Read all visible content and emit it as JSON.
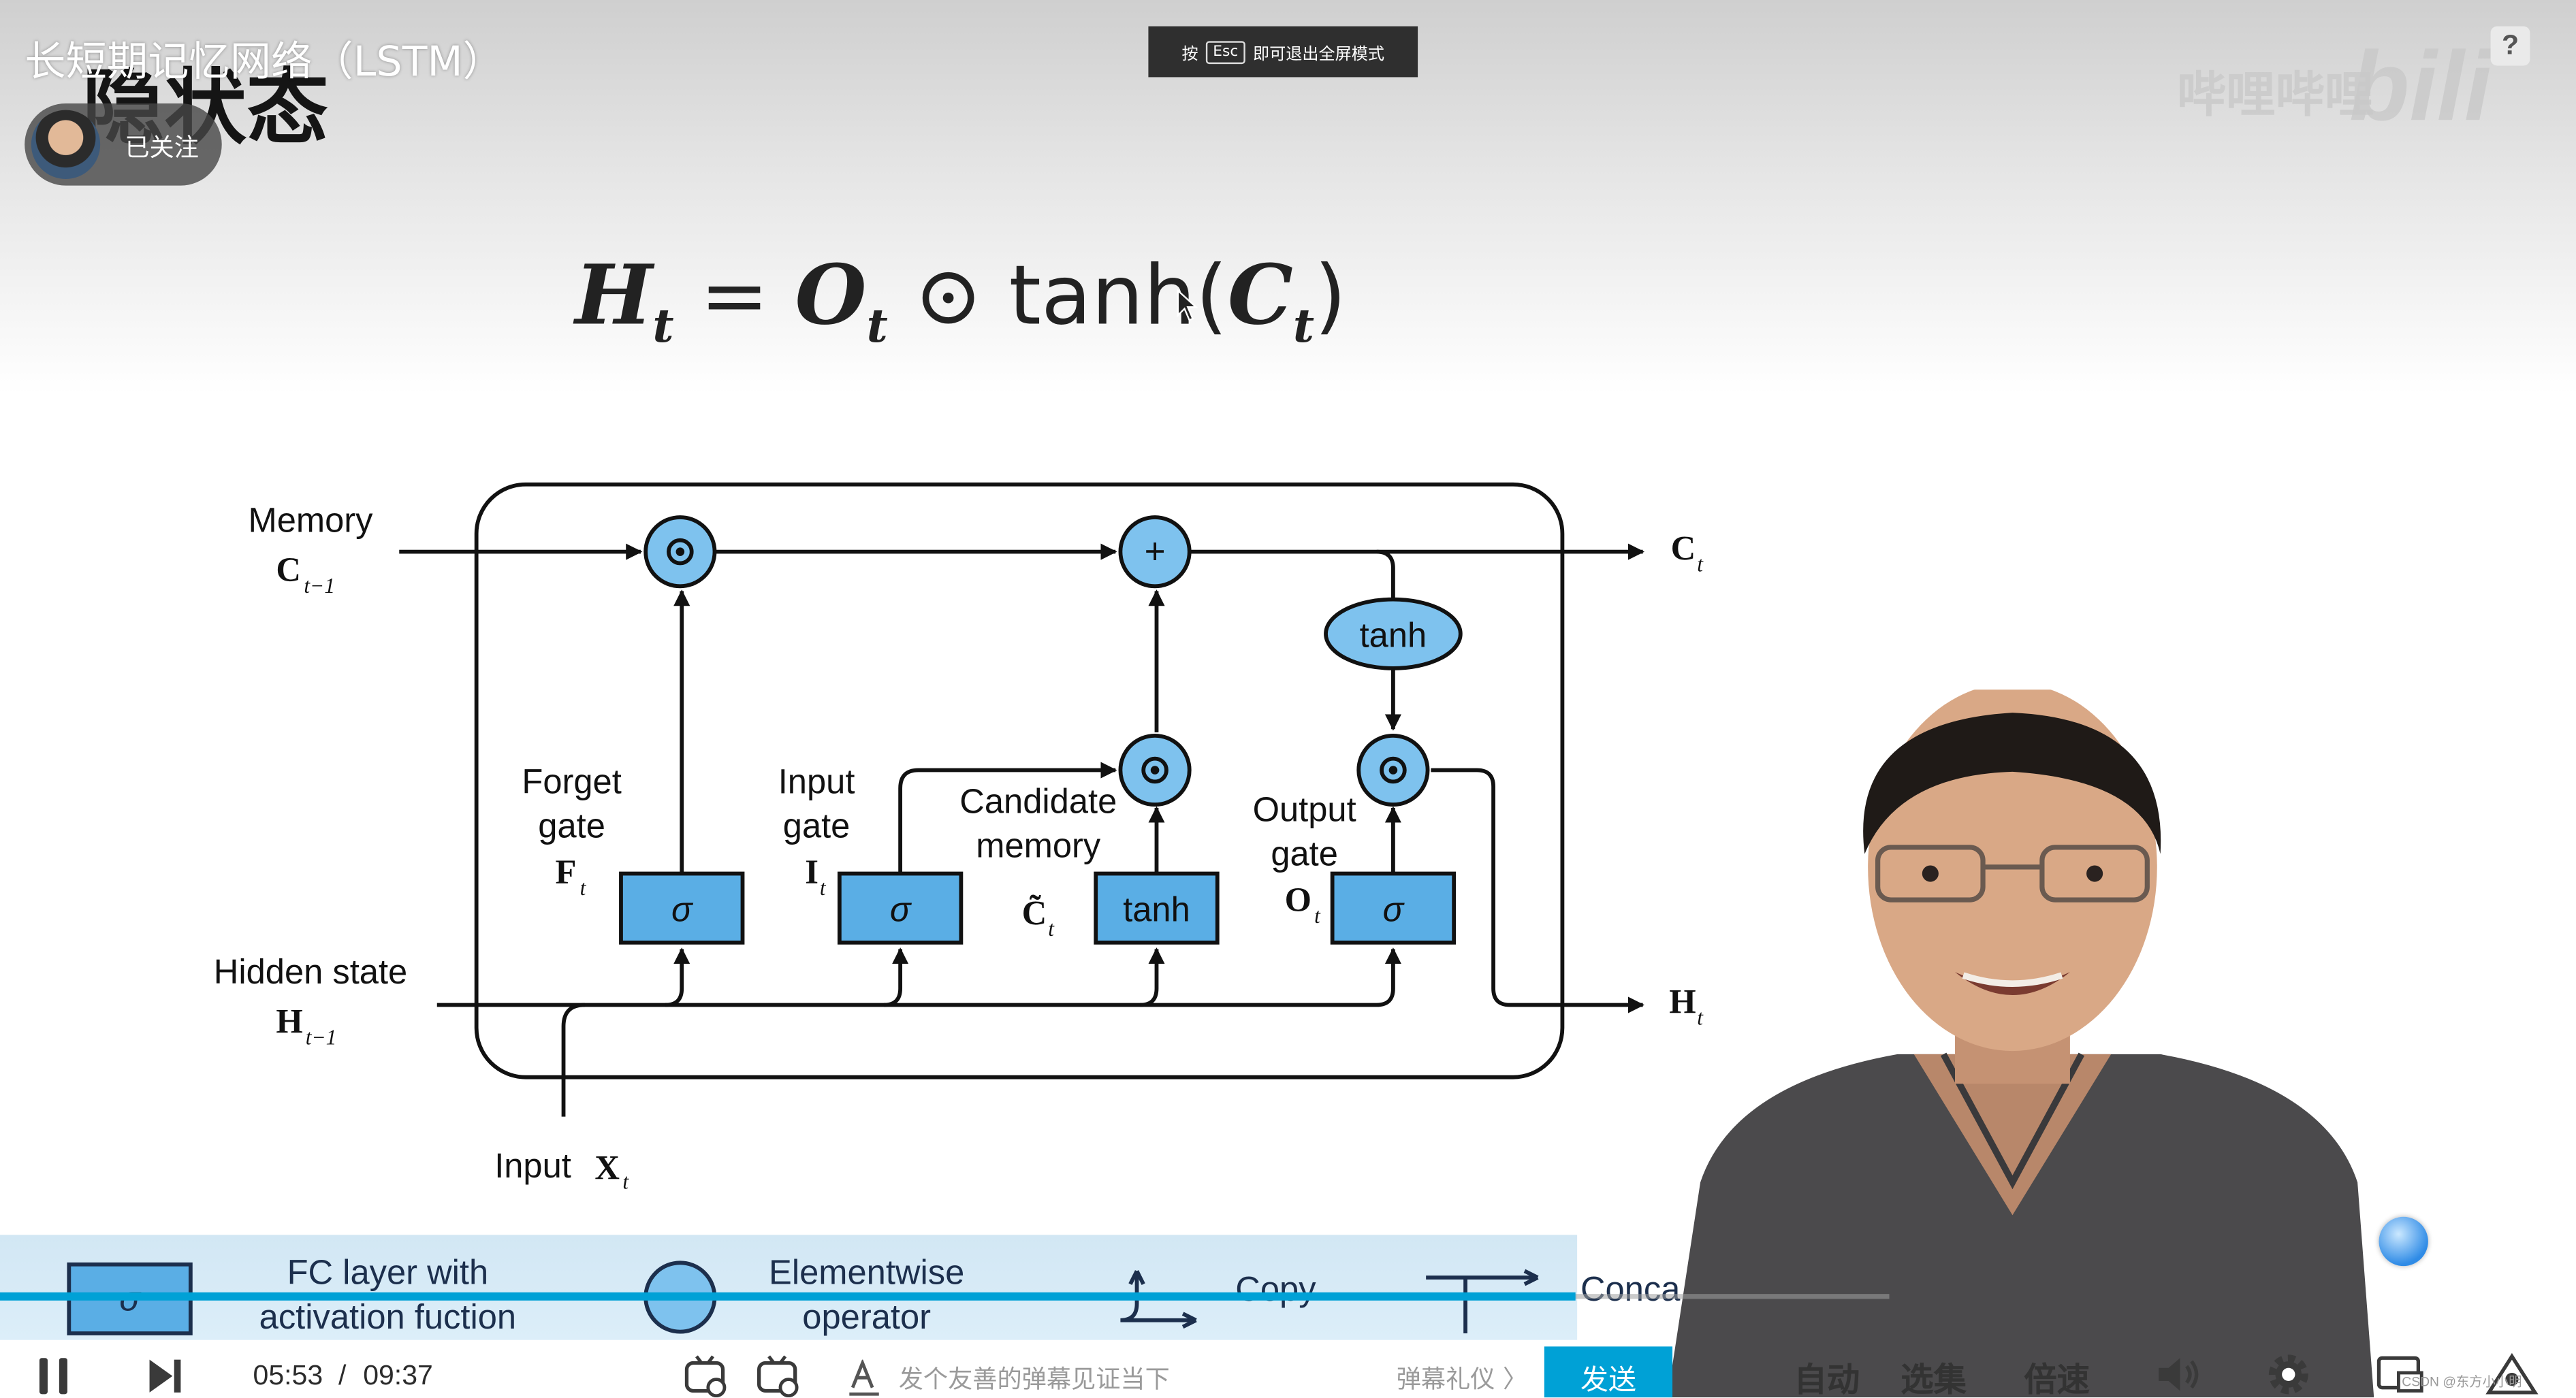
{
  "video": {
    "title": "长短期记忆网络（LSTM）",
    "slide_title": "隐状态",
    "follow_label": "已关注",
    "esc_hint": {
      "prefix": "按",
      "key": "Esc",
      "suffix": "即可退出全屏模式"
    },
    "watermark_text": "哔哩哔哩",
    "watermark_logo": "bili",
    "help_label": "?"
  },
  "formula": {
    "h": "H",
    "t1": "t",
    "eq": "=",
    "o": "O",
    "t2": "t",
    "odot": "⊙",
    "tanh": "tanh(",
    "c": "C",
    "t3": "t",
    "close": ")"
  },
  "diagram": {
    "memory_label": "Memory",
    "c_prev": "C",
    "c_prev_sub": "t−1",
    "hidden_label": "Hidden state",
    "h_prev": "H",
    "h_prev_sub": "t−1",
    "input_label": "Input",
    "x_var": "X",
    "x_sub": "t",
    "forget_1": "Forget",
    "forget_2": "gate",
    "f_var": "F",
    "f_sub": "t",
    "input_gate_1": "Input",
    "input_gate_2": "gate",
    "i_var": "I",
    "i_sub": "t",
    "cand_1": "Candidate",
    "cand_2": "memory",
    "ct_var": "C̃",
    "ct_sub": "t",
    "output_1": "Output",
    "output_2": "gate",
    "o_var": "O",
    "o_sub": "t",
    "sigma": "σ",
    "tanh": "tanh",
    "plus": "+",
    "c_out": "C",
    "c_out_sub": "t",
    "h_out": "H",
    "h_out_sub": "t"
  },
  "legend": {
    "sigma": "σ",
    "fc_1": "FC layer with",
    "fc_2": "activation fuction",
    "ew_1": "Elementwise",
    "ew_2": "operator",
    "copy": "Copy",
    "concat": "Conca"
  },
  "progress": {
    "fraction": 0.6118
  },
  "player": {
    "current_time": "05:53",
    "separator": "/",
    "duration": "09:37",
    "danmaku_placeholder": "发个友善的弹幕见证当下",
    "danmaku_etiquette": "弹幕礼仪 〉",
    "send": "发送",
    "auto": "自动",
    "episodes": "选集",
    "speed": "倍速",
    "corner_watermark": "CSDN @东方小小明"
  },
  "colors": {
    "accent": "#00a1d6",
    "gate_fill": "#5aaee5",
    "node_fill": "#7ec2ee",
    "legend_band": "#d5eaf6"
  }
}
